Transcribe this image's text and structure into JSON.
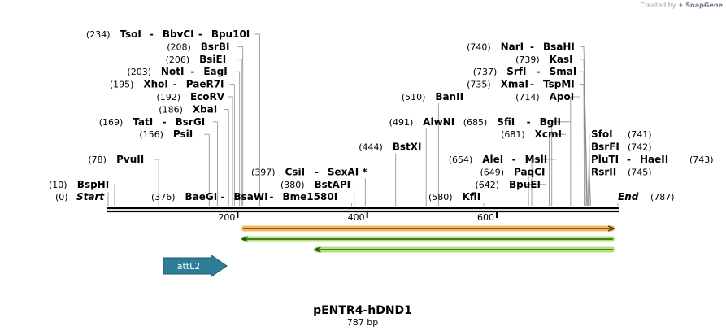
{
  "credit": {
    "prefix": "Created by",
    "brand": "SnapGene"
  },
  "plasmid": {
    "name": "pENTR4-hDND1",
    "length_label": "787 bp",
    "length": 787
  },
  "ticks": [
    {
      "pos": 200,
      "label": "200"
    },
    {
      "pos": 400,
      "label": "400"
    },
    {
      "pos": 600,
      "label": "600"
    }
  ],
  "ends": {
    "start": {
      "pos": 0,
      "label": "(0)",
      "name": "Start"
    },
    "end": {
      "pos": 787,
      "label": "(787)",
      "name": "End"
    }
  },
  "sites_left": [
    {
      "pos": 234,
      "row": 0,
      "entries": [
        {
          "num": "(234)",
          "names": [
            "TsoI",
            "BbvCI",
            "Bpu10I"
          ]
        }
      ]
    },
    {
      "pos": 208,
      "row": 1,
      "entries": [
        {
          "num": "(208)",
          "names": [
            "BsrBI"
          ]
        }
      ]
    },
    {
      "pos": 206,
      "row": 2,
      "entries": [
        {
          "num": "(206)",
          "names": [
            "BsiEI"
          ]
        }
      ]
    },
    {
      "pos": 203,
      "row": 3,
      "entries": [
        {
          "num": "(203)",
          "names": [
            "NotI",
            "EagI"
          ]
        }
      ]
    },
    {
      "pos": 195,
      "row": 4,
      "entries": [
        {
          "num": "(195)",
          "names": [
            "XhoI",
            "PaeR7I"
          ]
        }
      ]
    },
    {
      "pos": 192,
      "row": 5,
      "entries": [
        {
          "num": "(192)",
          "names": [
            "EcoRV"
          ]
        }
      ]
    },
    {
      "pos": 186,
      "row": 6,
      "entries": [
        {
          "num": "(186)",
          "names": [
            "XbaI"
          ]
        }
      ]
    },
    {
      "pos": 169,
      "row": 7,
      "entries": [
        {
          "num": "(169)",
          "names": [
            "TatI",
            "BsrGI"
          ]
        }
      ]
    },
    {
      "pos": 156,
      "row": 8,
      "entries": [
        {
          "num": "(156)",
          "names": [
            "PsiI"
          ]
        }
      ]
    },
    {
      "pos": 78,
      "row": 10,
      "entries": [
        {
          "num": "(78)",
          "names": [
            "PvuII"
          ]
        }
      ]
    },
    {
      "pos": 10,
      "row": 12,
      "entries": [
        {
          "num": "(10)",
          "names": [
            "BspHI"
          ]
        }
      ]
    }
  ],
  "site_376": {
    "pos": 376,
    "num": "(376)",
    "names": [
      "BaeGI",
      "BsaWI",
      "Bme1580I"
    ]
  },
  "sites_middle": [
    {
      "pos": 510,
      "row": 5,
      "num": "(510)",
      "names": [
        "BanII"
      ]
    },
    {
      "pos": 491,
      "row": 7,
      "num": "(491)",
      "names": [
        "AlwNI"
      ]
    },
    {
      "pos": 444,
      "row": 9,
      "num": "(444)",
      "names": [
        "BstXI"
      ]
    },
    {
      "pos": 397,
      "row": 11,
      "num": "(397)",
      "names": [
        "CsiI",
        "SexAI *"
      ]
    },
    {
      "pos": 380,
      "row": 12,
      "num": "(380)",
      "names": [
        "BstAPI"
      ]
    },
    {
      "pos": 580,
      "row": 13,
      "num": "(580)",
      "names": [
        "KflI"
      ]
    }
  ],
  "sites_right": [
    {
      "pos": 740,
      "row": 1,
      "num": "(740)",
      "names": [
        "NarI",
        "BsaHI"
      ]
    },
    {
      "pos": 739,
      "row": 2,
      "num": "(739)",
      "names": [
        "KasI"
      ]
    },
    {
      "pos": 737,
      "row": 3,
      "num": "(737)",
      "names": [
        "SrfI",
        "SmaI"
      ]
    },
    {
      "pos": 735,
      "row": 4,
      "num": "(735)",
      "names": [
        "XmaI",
        "TspMI"
      ]
    },
    {
      "pos": 714,
      "row": 5,
      "num": "(714)",
      "names": [
        "ApoI"
      ]
    },
    {
      "pos": 685,
      "row": 7,
      "num": "(685)",
      "names": [
        "SfiI",
        "BglI"
      ]
    },
    {
      "pos": 681,
      "row": 8,
      "num": "(681)",
      "names": [
        "XcmI"
      ]
    },
    {
      "pos": 654,
      "row": 10,
      "num": "(654)",
      "names": [
        "AleI",
        "MslI"
      ]
    },
    {
      "pos": 649,
      "row": 11,
      "num": "(649)",
      "names": [
        "PaqCI"
      ]
    },
    {
      "pos": 642,
      "row": 12,
      "num": "(642)",
      "names": [
        "BpuEI"
      ]
    }
  ],
  "sites_far_right": [
    {
      "pos": 741,
      "row": 8,
      "num": "(741)",
      "names": [
        "SfoI"
      ]
    },
    {
      "pos": 742,
      "row": 9,
      "num": "(742)",
      "names": [
        "BsrFI"
      ]
    },
    {
      "pos": 743,
      "row": 10,
      "num": "(743)",
      "names": [
        "PluTI",
        "HaeII"
      ]
    },
    {
      "pos": 745,
      "row": 11,
      "num": "(745)",
      "names": [
        "RsrII"
      ]
    }
  ],
  "features": [
    {
      "name": "orange-arrow",
      "start": 206,
      "end": 787,
      "direction": "right",
      "color": "#f0a030",
      "core": "#6b3a00"
    },
    {
      "name": "green-arrow-1",
      "start": 206,
      "end": 787,
      "direction": "left",
      "color": "#9bd84a",
      "core": "#1f5a10"
    },
    {
      "name": "green-arrow-2",
      "start": 318,
      "end": 787,
      "direction": "left",
      "color": "#9bd84a",
      "core": "#1f5a10"
    }
  ],
  "attL2": {
    "label": "attL2",
    "color": "#2e7d96"
  }
}
